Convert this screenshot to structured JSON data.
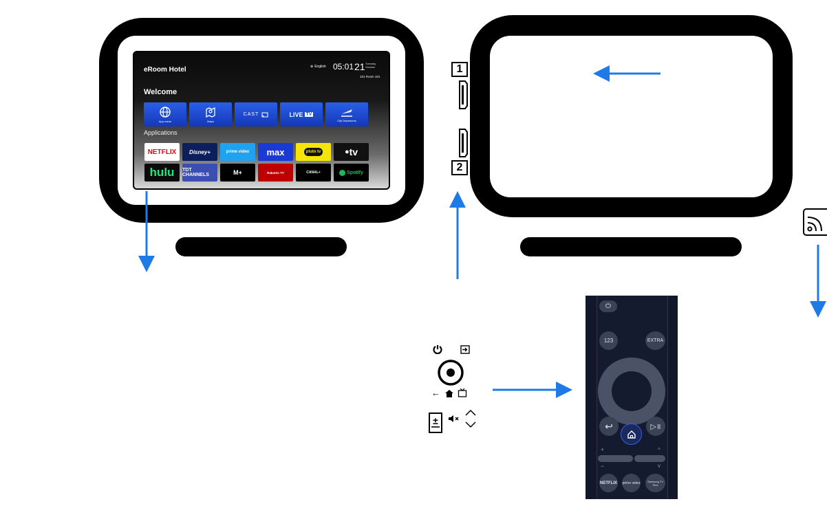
{
  "tv_screen": {
    "hotel_name": "eRoom Hotel",
    "language": "English",
    "time": "05:01",
    "day_number": "21",
    "weekday": "Tuesday",
    "month": "October",
    "room": "101 Room 101",
    "welcome": "Welcome",
    "tiles": [
      {
        "label": "App name",
        "icon": "globe-icon"
      },
      {
        "label": "Maps",
        "icon": "map-icon"
      },
      {
        "label": "CAST",
        "icon": "cast-icon"
      },
      {
        "label": "LIVE",
        "badge": "TV"
      },
      {
        "label": "City Departures",
        "icon": "plane-icon"
      }
    ],
    "applications_heading": "Applications",
    "apps_row1": [
      {
        "label": "NETFLIX",
        "bg": "#ffffff",
        "fg": "#e50914"
      },
      {
        "label": "Disney+",
        "bg": "#0b1f5c",
        "fg": "#ffffff"
      },
      {
        "label": "prime video",
        "bg": "#1fa2f1",
        "fg": "#ffffff"
      },
      {
        "label": "max",
        "bg": "#1a3ad6",
        "fg": "#ffffff"
      },
      {
        "label": "pluto tv",
        "bg": "#f5e50b",
        "fg": "#000000"
      },
      {
        "label": "tv",
        "bg": "#111111",
        "fg": "#ffffff"
      }
    ],
    "apps_row2": [
      {
        "label": "hulu",
        "bg": "#0b0b0b",
        "fg": "#1ce783"
      },
      {
        "label": "TDT CHANNELS",
        "bg": "#3c4db3",
        "fg": "#ffffff"
      },
      {
        "label": "M+",
        "bg": "#000000",
        "fg": "#ffffff"
      },
      {
        "label": "Rakuten TV",
        "bg": "#bf0000",
        "fg": "#ffffff"
      },
      {
        "label": "CANAL+",
        "bg": "#000000",
        "fg": "#ffffff"
      },
      {
        "label": "Spotify",
        "bg": "#000000",
        "fg": "#1db954"
      }
    ]
  },
  "ports": {
    "port1": "1",
    "port2": "2"
  },
  "remote": {
    "btn_123": "123",
    "btn_extra": "EXTRA",
    "btn_netflix": "NETFLIX",
    "btn_prime": "prime video",
    "btn_samsung": "Samsung TV Plus",
    "vol_plus": "+",
    "vol_minus": "−"
  },
  "controls_legend": {
    "icons": [
      "power-icon",
      "input-source-icon",
      "select-button-icon",
      "back-arrow-icon",
      "home-icon",
      "tv-icon",
      "volume-icon",
      "mute-icon",
      "channel-up-icon",
      "channel-down-icon"
    ]
  },
  "colors": {
    "arrow": "#1e7be6",
    "tile_blue": "#1f4fd8",
    "remote_bg": "#141b2e"
  }
}
